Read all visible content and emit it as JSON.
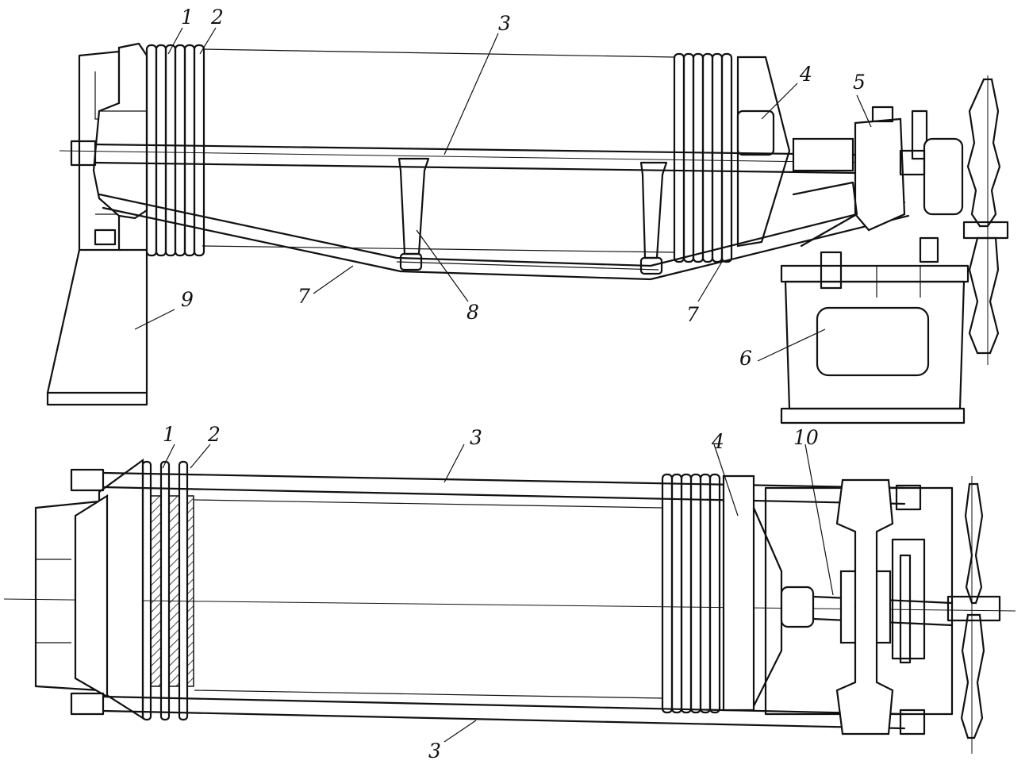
{
  "callouts": {
    "c1": "1",
    "c2": "2",
    "c3": "3",
    "c4": "4",
    "c5": "5",
    "c6": "6",
    "c7": "7",
    "c8": "8",
    "c9": "9",
    "c10": "10"
  },
  "icons": {
    "handwheel": "handwheel-icon",
    "nut": "hex-nut-icon"
  },
  "colors": {
    "ink": "#111111",
    "paper": "#ffffff"
  }
}
